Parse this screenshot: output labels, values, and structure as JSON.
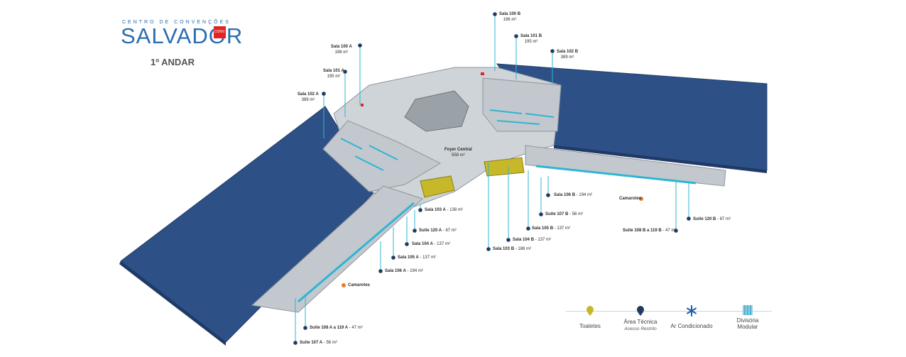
{
  "header": {
    "logo_top": "CENTRO DE CONVENÇÕES",
    "logo_main": "SALVADOR",
    "logo_badge": "CONV.",
    "floor": "1º ANDAR"
  },
  "plan": {
    "foyer": "Foyer Central",
    "foyer_area": "558 m²"
  },
  "labels": {
    "sala100b": {
      "name": "Sala 100 B",
      "area": "196 m²"
    },
    "sala101b": {
      "name": "Sala 101 B",
      "area": "195 m²"
    },
    "sala102b": {
      "name": "Sala 102 B",
      "area": "389 m²"
    },
    "sala100a": {
      "name": "Sala 100 A",
      "area": "196 m²"
    },
    "sala101a": {
      "name": "Sala 101 A",
      "area": "195 m²"
    },
    "sala102a": {
      "name": "Sala 102 A",
      "area": "389 m²"
    },
    "sala106b": {
      "name": "Sala 106 B",
      "area": "- 194 m²"
    },
    "camarotes_b": {
      "name": "Camarotes"
    },
    "suite107b": {
      "name": "Suite 107 B",
      "area": "- 56 m²"
    },
    "suite120b": {
      "name": "Suite 120 B",
      "area": "- 67 m²"
    },
    "sala105b": {
      "name": "Sala 105 B",
      "area": "- 137 m²"
    },
    "suite108b": {
      "name": "Suite 108 B a 119 B",
      "area": "- 47 m²"
    },
    "sala104b": {
      "name": "Sala 104 B",
      "area": "- 137 m²"
    },
    "sala103b": {
      "name": "Sala 103 B",
      "area": "- 188 m²"
    },
    "sala103a": {
      "name": "Sala 103 A",
      "area": "- 138 m²"
    },
    "suite120a": {
      "name": "Suite 120 A",
      "area": "- 67 m²"
    },
    "sala104a": {
      "name": "Sala 104 A",
      "area": "- 137 m²"
    },
    "sala105a": {
      "name": "Sala 105 A",
      "area": "- 137 m²"
    },
    "sala106a": {
      "name": "Sala 106 A",
      "area": "- 194 m²"
    },
    "camarotes_a": {
      "name": "Camarotes"
    },
    "suite108a": {
      "name": "Suite 108 A a 119 A",
      "area": "- 47 m²"
    },
    "suite107a": {
      "name": "Suite 107 A",
      "area": "- 56 m²"
    }
  },
  "legend": {
    "toilets": "Toaletes",
    "technical": "Área Técnica",
    "technical_sub": "Acesso Restrito",
    "ac": "Ar Condicionado",
    "divider": "Divisória",
    "divider_sub": "Modular"
  },
  "colors": {
    "hall": "#2d5187",
    "floor": "#cfd4d8",
    "wall": "#8f969c",
    "glass": "#2fb4d4",
    "toilet": "#c7b82a",
    "pin": "#213a5e",
    "pin_orange": "#e67c2a",
    "logo": "#2a6db0",
    "logo_badge": "#e02424"
  }
}
